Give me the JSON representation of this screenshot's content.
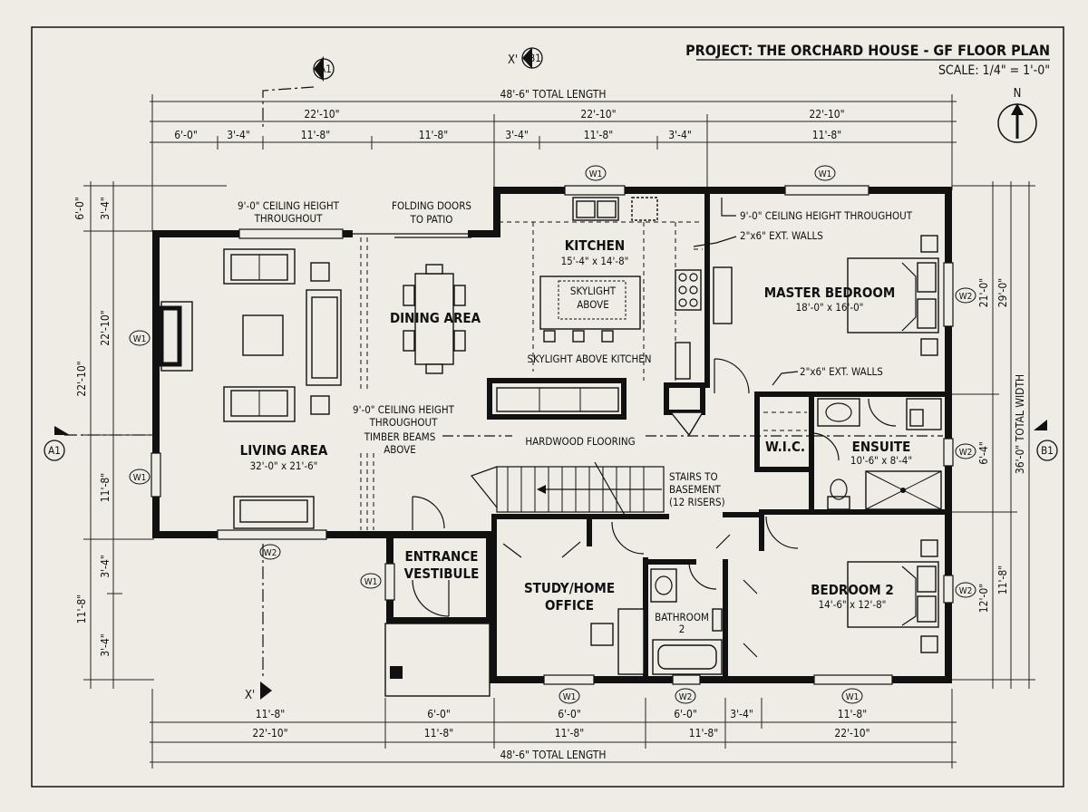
{
  "title": "PROJECT: THE ORCHARD HOUSE - GF FLOOR PLAN",
  "scale": "SCALE: 1/4\" = 1'-0\"",
  "north": "N",
  "markers": {
    "a1": "A1",
    "b1": "B1",
    "x_prime": "X'"
  },
  "top_dims": {
    "total": "48'-6\" TOTAL LENGTH",
    "row2": [
      "22'-10\"",
      "22'-10\"",
      "22'-10\""
    ],
    "row3": [
      "6'-0\"",
      "3'-4\"",
      "11'-8\"",
      "11'-8\"",
      "3'-4\"",
      "11'-8\"",
      "3'-4\"",
      "11'-8\""
    ]
  },
  "bottom_dims": {
    "row1": [
      "11'-8\"",
      "6'-0\"",
      "6'-0\"",
      "6'-0\"",
      "3'-4\"",
      "11'-8\""
    ],
    "row2": [
      "22'-10\"",
      "11'-8\"",
      "11'-8\"",
      "11'-8\"",
      "22'-10\""
    ],
    "total": "48'-6\" TOTAL LENGTH"
  },
  "left_dims": {
    "a": "6'-0\"",
    "b": "3'-4\"",
    "c": "22'-10\"",
    "d": "22'-10\"",
    "e": "11'-8\"",
    "f": "3'-4\"",
    "g": "11'-8\"",
    "h": "3'-4\""
  },
  "right_dims": {
    "a": "29'-0\"",
    "b": "21'-0\"",
    "c": "36'-0\" TOTAL WIDTH",
    "d": "6'-4\"",
    "e": "12'-0\"",
    "f": "11'-8\""
  },
  "windows": {
    "w1": "W1",
    "w2": "W2"
  },
  "rooms": {
    "living": {
      "name": "LIVING AREA",
      "size": "32'-0\" x 21'-6\""
    },
    "dining": "DINING AREA",
    "kitchen": {
      "name": "KITCHEN",
      "size": "15'-4\" x 14'-8\""
    },
    "master": {
      "name": "MASTER BEDROOM",
      "size": "18'-0\" x 16'-0\""
    },
    "wic": "W.I.C.",
    "ensuite": {
      "name": "ENSUITE",
      "size": "10'-6\" x 8'-4\""
    },
    "bedroom2": {
      "name": "BEDROOM 2",
      "size": "14'-6\" x 12'-8\""
    },
    "study": [
      "STUDY/HOME",
      "OFFICE"
    ],
    "entrance": [
      "ENTRANCE",
      "VESTIBULE"
    ],
    "bathroom": [
      "BATHROOM",
      "2"
    ]
  },
  "notes": {
    "ceiling_living": [
      "9'-0\" CEILING HEIGHT",
      "THROUGHOUT"
    ],
    "folding": [
      "FOLDING DOORS",
      "TO PATIO"
    ],
    "skylight_box": [
      "SKYLIGHT",
      "ABOVE"
    ],
    "skylight_kitchen": "SKYLIGHT ABOVE KITCHEN",
    "ceiling_master": "9'-0\" CEILING HEIGHT THROUGHOUT",
    "ext_walls": "2\"x6\" EXT. WALLS",
    "ext_walls2": "2\"x6\" EXT. WALLS",
    "ceiling_center": [
      "9'-0\" CEILING HEIGHT",
      "THROUGHOUT",
      "TIMBER BEAMS",
      "ABOVE"
    ],
    "hardwood": "HARDWOOD FLOORING",
    "stairs": [
      "STAIRS TO",
      "BASEMENT",
      "(12 RISERS)"
    ]
  }
}
